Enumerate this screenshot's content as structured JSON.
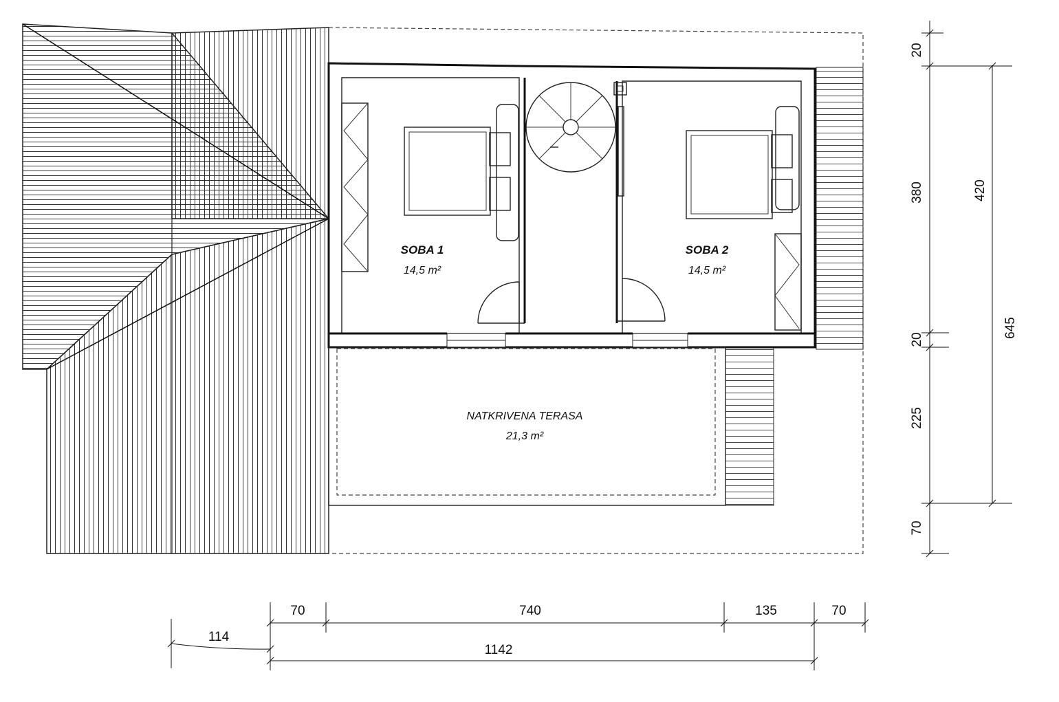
{
  "rooms": {
    "soba1": {
      "name": "SOBA 1",
      "area": "14,5 m²"
    },
    "soba2": {
      "name": "SOBA 2",
      "area": "14,5 m²"
    },
    "terasa": {
      "name": "NATKRIVENA TERASA",
      "area": "21,3 m²"
    }
  },
  "dimensions": {
    "bottom": {
      "d114": "114",
      "d70_left": "70",
      "d740": "740",
      "d135": "135",
      "d70_right": "70",
      "d1142": "1142"
    },
    "right": {
      "d20_top": "20",
      "d380": "380",
      "d20_mid": "20",
      "d225": "225",
      "d70": "70",
      "d420": "420",
      "d645": "645"
    }
  }
}
